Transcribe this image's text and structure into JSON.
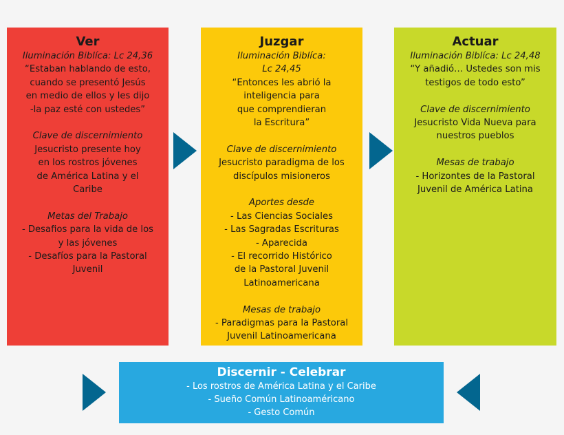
{
  "colors": {
    "background": "#f5f5f5",
    "ver": "#ee3f37",
    "juzgar": "#fcc90a",
    "actuar": "#c8d92a",
    "discernir": "#28a8e0",
    "arrow": "#03668f"
  },
  "ver": {
    "title": "Ver",
    "biblical_ref": "Iluminación Biblíca: Lc 24,36",
    "quote": [
      "“Estaban hablando de esto,",
      "cuando se presentó Jesús",
      "en medio de ellos y les dijo",
      "-la paz esté con ustedes”"
    ],
    "key_label": "Clave de discernimiento",
    "key_text": [
      "Jesucristo presente hoy",
      "en los rostros jóvenes",
      "de América Latina y el",
      "Caribe"
    ],
    "goals_label": "Metas del Trabajo",
    "goals": [
      "- Desafios para la vida de los",
      "y las jóvenes",
      "- Desafíos para la Pastoral",
      "Juvenil"
    ]
  },
  "juzgar": {
    "title": "Juzgar",
    "biblical_ref": [
      "Iluminación Biblíca:",
      "Lc 24,45"
    ],
    "quote": [
      "“Entonces les abrió la",
      "inteligencia para",
      "que comprendieran",
      "la Escritura”"
    ],
    "key_label": "Clave de discernimiento",
    "key_text": [
      "Jesucristo paradigma de los",
      "discípulos misioneros"
    ],
    "contrib_label": "Aportes desde",
    "contrib": [
      "- Las Ciencias Sociales",
      "- Las Sagradas Escrituras",
      "- Aparecida",
      "- El recorrido Histórico",
      "de la Pastoral Juvenil",
      "Latinoamericana"
    ],
    "tables_label": "Mesas de trabajo",
    "tables": [
      "- Paradigmas para la Pastoral",
      "Juvenil Latinoamericana"
    ]
  },
  "actuar": {
    "title": "Actuar",
    "biblical_ref": "Iluminación Biblíca: Lc 24,48",
    "quote": [
      "“Y añadió… Ustedes son mis",
      "testigos de todo esto”"
    ],
    "key_label": "Clave de discernimiento",
    "key_text": [
      "Jesucristo Vida Nueva para",
      "nuestros pueblos"
    ],
    "tables_label": "Mesas de trabajo",
    "tables": [
      "- Horizontes de la Pastoral",
      "Juvenil de América Latina"
    ]
  },
  "discernir": {
    "title": "Discernir - Celebrar",
    "items": [
      "- Los rostros de América Latina y el Caribe",
      "- Sueño Común Latinoaméricano",
      "- Gesto Común"
    ]
  }
}
